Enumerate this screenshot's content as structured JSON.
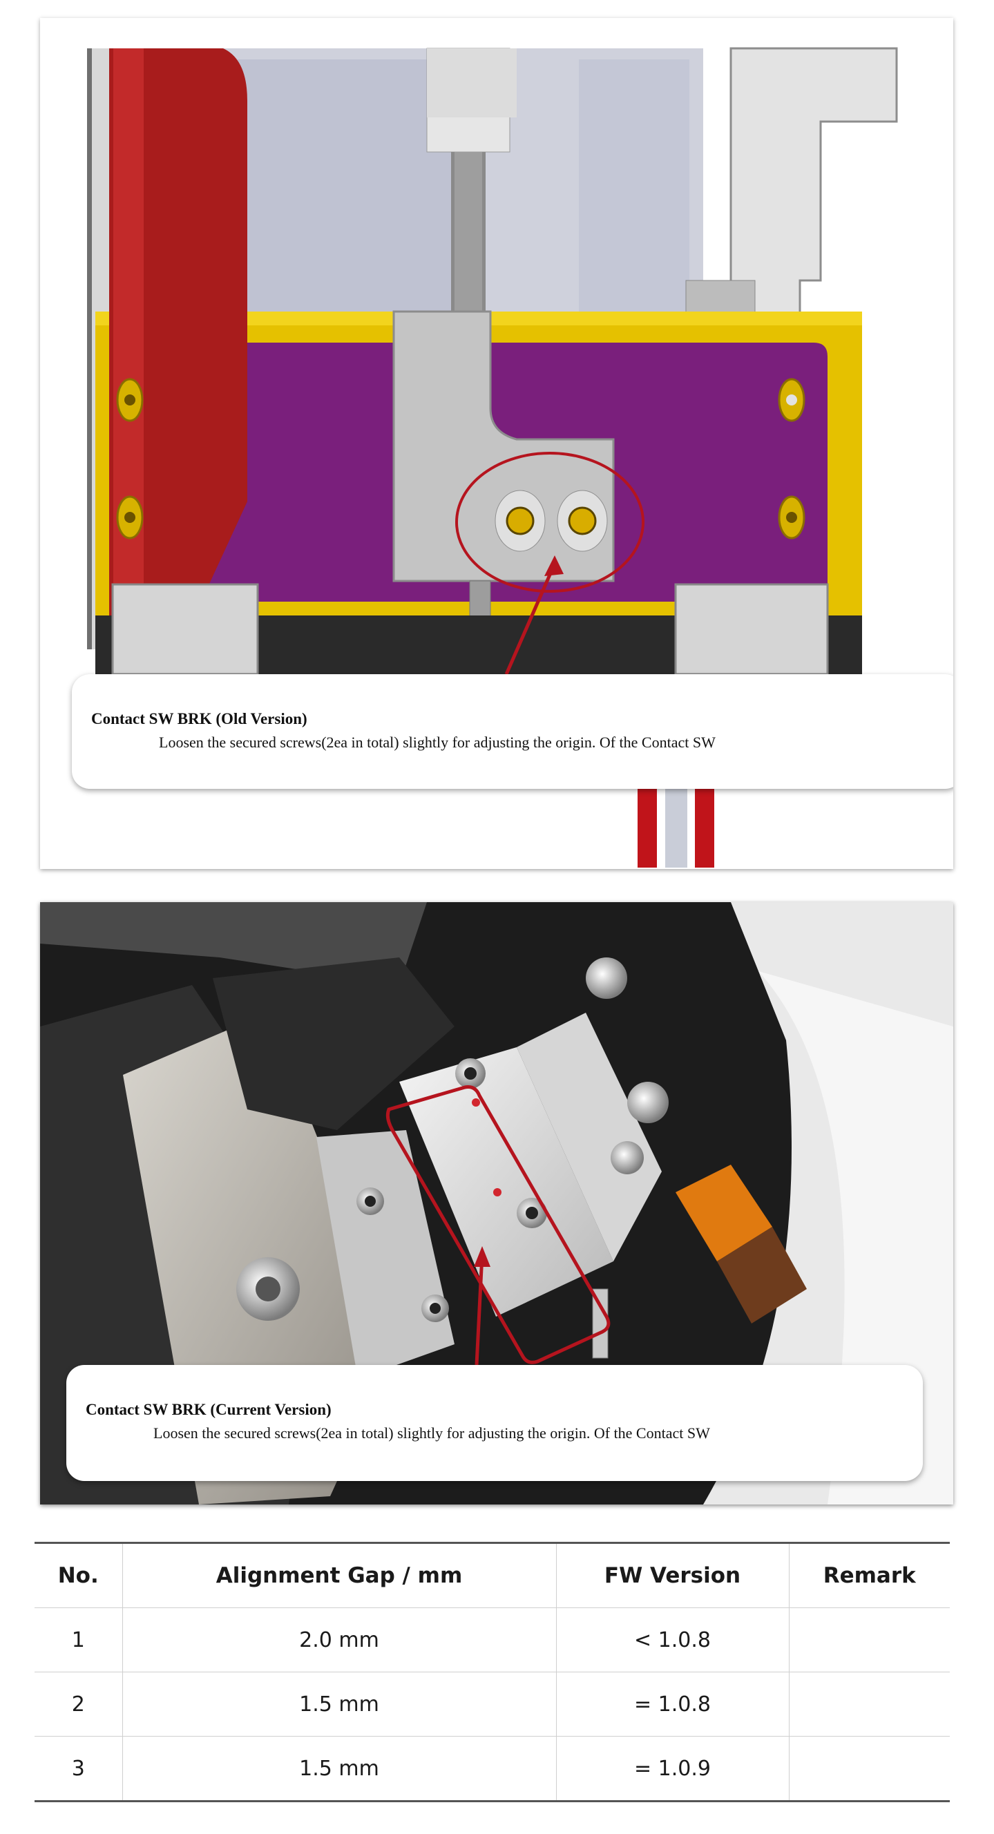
{
  "figures": [
    {
      "callout_title": "Contact SW BRK (Old Version)",
      "callout_text": "Loosen the secured screws(2ea in total) slightly for adjusting the origin. Of the Contact SW"
    },
    {
      "callout_title": "Contact SW BRK (Current Version)",
      "callout_text": "Loosen the secured screws(2ea in total) slightly for adjusting the origin. Of the Contact SW"
    }
  ],
  "table": {
    "headers": [
      "No.",
      "Alignment Gap / mm",
      "FW Version",
      "Remark"
    ],
    "rows": [
      [
        "1",
        "2.0 mm",
        "< 1.0.8",
        ""
      ],
      [
        "2",
        "1.5 mm",
        "= 1.0.8",
        ""
      ],
      [
        "3",
        "1.5 mm",
        "= 1.0.9",
        ""
      ]
    ]
  },
  "colors": {
    "annotation_red": "#b5141e",
    "bracket_purple": "#7a1f7c",
    "plate_yellow": "#e5c100",
    "frame_red": "#a81c1c"
  }
}
